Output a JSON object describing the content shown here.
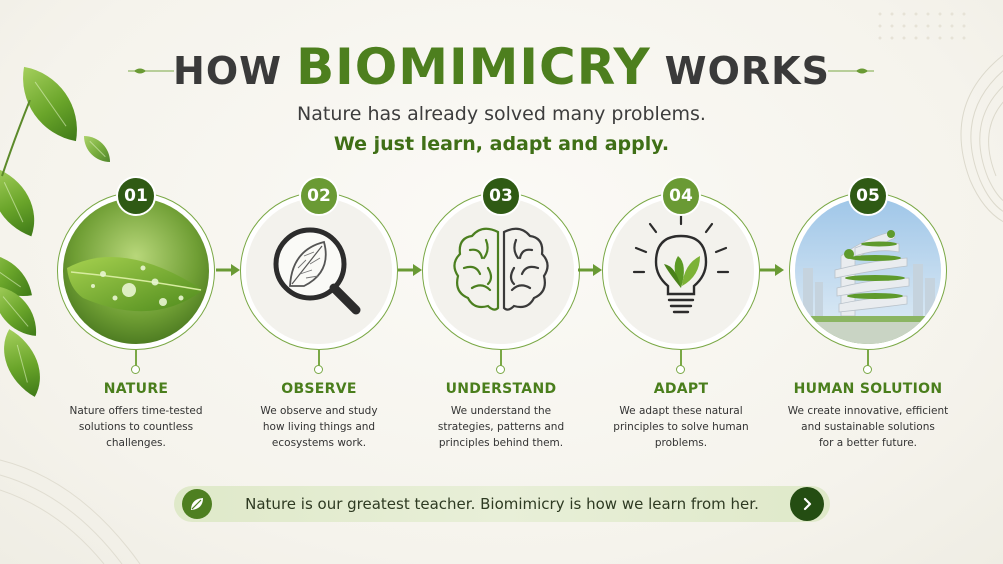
{
  "title": {
    "prefix": "HOW",
    "highlight": "BIOMIMICRY",
    "suffix": "WORKS"
  },
  "subtitle": "Nature has already solved many problems.",
  "tagline": "We just learn, adapt and apply.",
  "colors": {
    "primary_green": "#4d7f1e",
    "dark_green": "#2f5a14",
    "light_green": "#7aa845",
    "banner_bg": "#e3ecd1"
  },
  "steps": [
    {
      "number": "01",
      "title": "NATURE",
      "lines": [
        "Nature offers time-tested",
        "solutions to countless",
        "challenges."
      ],
      "icon": "leaf-water-drops-icon",
      "badge_color": "#2f5a14"
    },
    {
      "number": "02",
      "title": "OBSERVE",
      "lines": [
        "We observe and study",
        "how living things and",
        "ecosystems work."
      ],
      "icon": "magnifying-glass-leaf-icon",
      "badge_color": "#6a9a34"
    },
    {
      "number": "03",
      "title": "UNDERSTAND",
      "lines": [
        "We understand the",
        "strategies, patterns and",
        "principles behind them."
      ],
      "icon": "brain-icon",
      "badge_color": "#2f5a14"
    },
    {
      "number": "04",
      "title": "ADAPT",
      "lines": [
        "We adapt these natural",
        "principles to solve human",
        "problems."
      ],
      "icon": "lightbulb-leaf-icon",
      "badge_color": "#6a9a34"
    },
    {
      "number": "05",
      "title": "HUMAN SOLUTION",
      "lines": [
        "We create innovative, efficient",
        "and sustainable solutions",
        "for a better future."
      ],
      "icon": "green-building-icon",
      "badge_color": "#2f5a14"
    }
  ],
  "banner": {
    "text": "Nature is our greatest teacher. Biomimicry is how we learn from her.",
    "leading_icon": "leaf-icon",
    "trailing_icon": "chevron-right-icon"
  }
}
